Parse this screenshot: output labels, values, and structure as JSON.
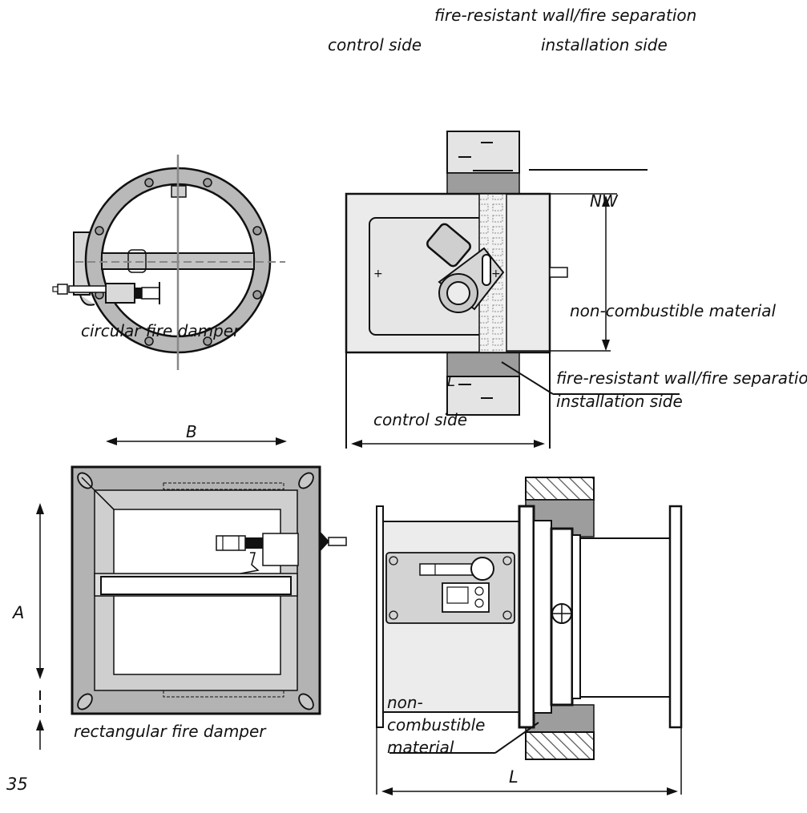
{
  "labels": {
    "top_wall": "fire-resistant wall/fire separation",
    "top_control": "control side",
    "top_install": "installation side",
    "nw": "NW",
    "non_comb_right": "non-combustible material",
    "wall_right": "fire-resistant wall/fire separation",
    "install_right": "installation side",
    "control_mid": "control side",
    "circular": "circular fire damper",
    "rectangular": "rectangular fire damper",
    "dim_b": "B",
    "dim_a": "A",
    "dim_l_small": "L",
    "dim_l": "L",
    "non_comb_1": "non-",
    "non_comb_2": "combustible",
    "non_comb_3": "material",
    "page_number": "35"
  },
  "colors": {
    "line": "#111111",
    "wall_light": "#e2e2e2",
    "wall_dark": "#9a9a9a",
    "body_fill": "#ececec",
    "frame_fill": "#b5b5b5",
    "hatch": "#555555"
  }
}
